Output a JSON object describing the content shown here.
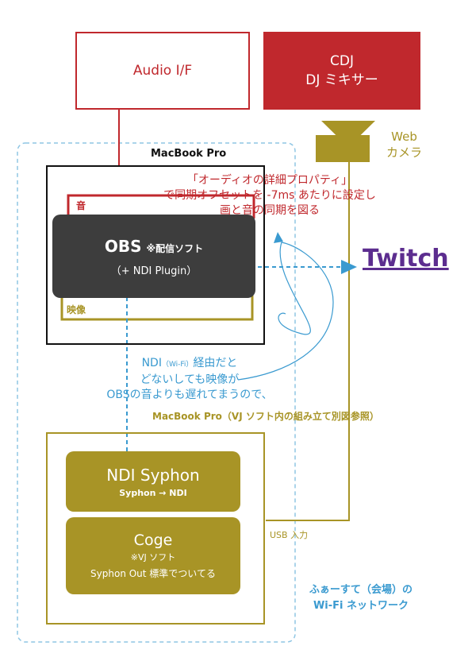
{
  "audio_if": {
    "label": "Audio I/F"
  },
  "cdj": {
    "line1": "CDJ",
    "line2": "DJ ミキサー"
  },
  "webcam": {
    "line1": "Web",
    "line2": "カメラ"
  },
  "macbook": {
    "title": "MacBook Pro"
  },
  "obs": {
    "title": "OBS",
    "note": "※配信ソフト",
    "plugin": "（+ NDI Plugin）",
    "sound_label": "音",
    "video_label": "映像"
  },
  "twitch": {
    "label": "Twitch"
  },
  "note_red": {
    "line1": "「オーディオの詳細プロパティ」",
    "line2": "で同期オフセットを -7ms あたりに設定し",
    "line3": "画と音の同期を図る"
  },
  "note_blue": {
    "line1_a": "NDI",
    "line1_b": "（Wi-Fi）",
    "line1_c": "経由だと",
    "line2": "どないしても映像が",
    "line3": "OBSの音よりも遅れてまうので、"
  },
  "vj_macbook": {
    "title": "MacBook Pro（VJ ソフト内の組み立て別図参照）"
  },
  "ndi_syphon": {
    "title": "NDI Syphon",
    "sub": "Syphon → NDI"
  },
  "coge": {
    "title": "Coge",
    "sub1": "※VJ ソフト",
    "sub2": "Syphon Out 標準でついてる"
  },
  "usb": {
    "label": "USB 入力"
  },
  "wifi": {
    "line1": "ふぁーすて（会場）の",
    "line2": "Wi-Fi ネットワーク"
  },
  "colors": {
    "red": "#c0282d",
    "gold": "#a89426",
    "blue": "#3a9ad0",
    "dark": "#3d3d3d",
    "twitch": "#5c2d8f"
  }
}
